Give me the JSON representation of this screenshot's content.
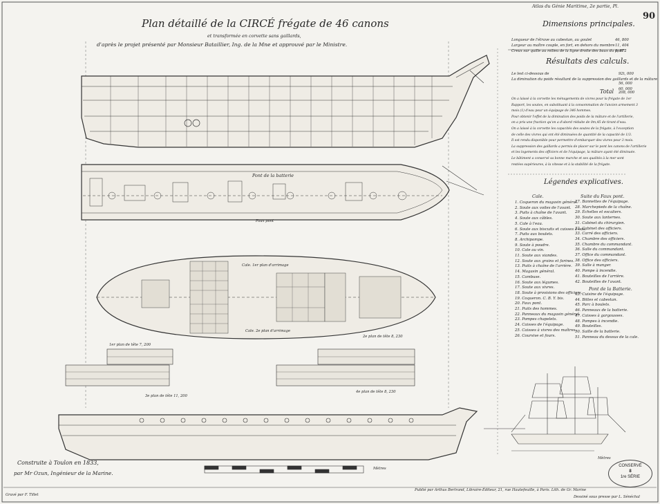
{
  "header": {
    "top_right_note": "Atlas du Génie Maritime, 2e partie, Pl.",
    "plate_number": "90",
    "title": "Plan détaillé de la CIRCÉ frégate de 46 canons",
    "subtitle_1": "et transformée en corvette sans gaillards,",
    "subtitle_2": "d'après le projet présenté par Monsieur  Bataillier, Ing. de la Mne et approuvé par le Ministre."
  },
  "dimensions": {
    "heading": "Dimensions principales.",
    "rows": [
      {
        "label": "Longueur de l'étrave au cabestan, au goulet",
        "value": "46, 800"
      },
      {
        "label": "Largeur au maître couple, en fort, en dehors du membre",
        "value": "11, 404"
      },
      {
        "label": "Creux sur quille au milieu de la ligne droite des baux du pont",
        "value": "6, 872"
      }
    ]
  },
  "results": {
    "heading": "Résultats des calculs.",
    "rows": [
      {
        "label": "Le lest ci-dessous de",
        "value": "92t, 000"
      },
      {
        "label": "La diminution du poids résultant de la suppression des gaillards et de la mâture",
        "value": "56, 000"
      },
      {
        "label": "",
        "value": "60, 000"
      }
    ],
    "total_label": "Total",
    "total_value": "208, 000",
    "paragraph": [
      "On a laissé à la corvette les ménagements de vivres pour la frégate de 1er",
      "Rapport, les soutes, en substituant à la consommation de l'ancien armement 3",
      "mois (1) d'eau pour un équipage de 346 hommes.",
      "Pour obtenir l'effet de la diminution des poids de la mâture et de l'artillerie,",
      "on a pris une fraction qu'on a d'abord réduite de 0m,45 de tirant d'eau.",
      "On a laissé à la corvette les capacités des soutes de la frégate, à l'exception",
      "de celle des vivres qui ont été diminuées de quantité de la capacité de 1/3.",
      "Il est rendu disponible pour permettre d'embarquer des vivres pour 3 mois.",
      "La suppression des gaillards a permis de placer sur le pont les canons de l'artillerie",
      "et les logements des officiers et de l'équipage, la mâture ayant été diminuée.",
      "Le bâtiment a conservé sa bonne marche et ses qualités à la mer sont",
      "restées supérieures, à la vitesse et à la stabilité de la frégate."
    ]
  },
  "legend": {
    "heading": "Légendes explicatives.",
    "cale_heading": "Cale.",
    "cale_items": [
      "1. Coqueron du magasin général.",
      "2. Soute aux voiles de l'avant.",
      "3. Puits à chaîne de l'avant.",
      "4. Soute aux câbles.",
      "5. Cale à l'eau.",
      "6. Soute aux biscuits et caisses à eau.",
      "7. Puits aux boulets.",
      "8. Archipompe.",
      "9. Soute à poudre.",
      "10. Cale au vin.",
      "11. Soute aux viandes.",
      "12. Soute aux grains et farines.",
      "13. Puits à chaîne de l'arrière.",
      "14. Magasin général.",
      "15. Cambuse.",
      "16. Soute aux légumes.",
      "17. Soute aux vivres.",
      "18. Soute à provisions des officiers.",
      "19. Coqueron. C. B. Y. bis.",
      "20. Faux pont.",
      "21. Puits des hommes.",
      "22. Panneaux du magasin général.",
      "23. Pompes chapelets.",
      "24. Caisses de l'équipage.",
      "25. Caisses à vivres des maîtres.",
      "26. Coursive et fours."
    ],
    "faux_pont_heading": "Suite du Faux pont.",
    "faux_pont_items": [
      "27. Bannettes de l'équipage.",
      "28. Marchepieds de la chaîne.",
      "29. Échelles et escaliers.",
      "30. Soute aux lanternes.",
      "31. Cabinet du chirurgien.",
      "32. Cabinet des officiers.",
      "33. Carré des officiers.",
      "34. Chambre des officiers.",
      "35. Chambre du commandant.",
      "36. Salle du commandant.",
      "37. Office du commandant.",
      "38. Office des officiers.",
      "39. Salle à manger.",
      "40. Pompe à incendie.",
      "41. Bouteilles de l'arrière.",
      "42. Bouteilles de l'avant."
    ],
    "batterie_heading": "Pont de la Batterie.",
    "batterie_items": [
      "43. Cuisine de l'équipage.",
      "44. Bittes et cabestan.",
      "45. Parc à boulets.",
      "46. Panneaux de la batterie.",
      "47. Caisses à gargousses.",
      "48. Pompes à incendie.",
      "49. Bouteilles.",
      "50. Saille de la batterie.",
      "51. Panneau du dessus de la cale."
    ]
  },
  "drawing_labels": {
    "batterie_deck": "Pont de la batterie",
    "faux_pont": "Faux pont",
    "cale_upper": "Cale. 1er plan d'arrimage",
    "cale_lower": "Cale. 2e plan d'arrimage",
    "section_1": "1er plan de tête 7, 200",
    "section_2": "2e plan de tête 8, 230",
    "section_3": "3e plan de tête 11, 200",
    "section_4": "4e plan de tête 8, 230",
    "scale_label": "Mètres",
    "sail_scale": "Mètres"
  },
  "footer": {
    "date_line": "Construite à Toulon en 1833,",
    "author_line": "par Mr Ozun, Ingénieur de la Marine.",
    "engraver_left": "Gravé par F. Tillet",
    "lithographer": "Publié par Arthus Bertrand, Libraire-Éditeur, 21, rue Hautefeuille, à Paris. Lith. de Gr. Marine",
    "engraver_right": "Dessiné sous presse par L. Sénéchal"
  },
  "stamp": {
    "line1": "CONSERVÉ",
    "line2": "8",
    "line3": "1re SÉRIE"
  }
}
